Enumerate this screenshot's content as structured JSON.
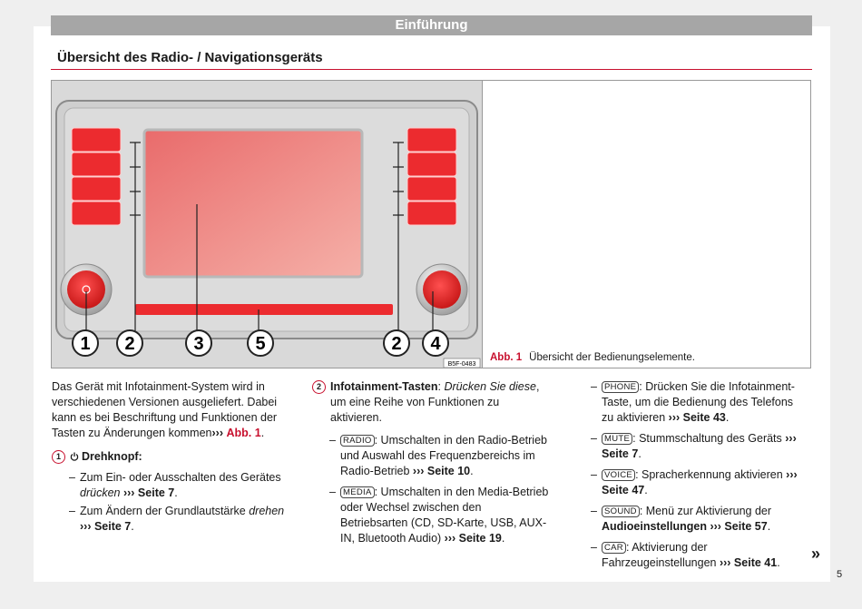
{
  "header": {
    "chapter": "Einführung"
  },
  "section": {
    "title": "Übersicht des Radio- / Navigationsgeräts"
  },
  "figure": {
    "code": "B5F-0483",
    "callouts": [
      "1",
      "2",
      "3",
      "5",
      "2",
      "4"
    ],
    "caption_number": "Abb. 1",
    "caption_text": "Übersicht der Bedienungselemente."
  },
  "col1": {
    "intro": "Das Gerät mit Infotainment-System wird in verschiedenen Versionen ausgeliefert. Dabei kann es bei Beschriftung und Funktionen der Tasten zu Änderungen kommen",
    "intro_ref": "›››",
    "intro_link": "Abb. 1",
    "item1_num": "1",
    "item1_title": "Drehknopf",
    "item1_sub1_a": "Zum Ein- oder Ausschalten des Gerätes ",
    "item1_sub1_verb": "drücken",
    "item1_sub1_ref": "››› Seite 7",
    "item1_sub2_a": "Zum Ändern der Grundlautstärke ",
    "item1_sub2_verb": "drehen",
    "item1_sub2_ref": "››› Seite 7"
  },
  "col2": {
    "item2_num": "2",
    "item2_title": "Infotainment-Tasten",
    "item2_instr": "Drücken Sie diese",
    "item2_text": ", um eine Reihe von Funktionen zu aktivieren.",
    "radio_key": "RADIO",
    "radio_text": ": Umschalten in den Radio-Betrieb und Auswahl des Frequenzbereichs im Radio-Betrieb",
    "radio_ref": "››› Seite 10",
    "media_key": "MEDIA",
    "media_text": ": Umschalten in den Media-Betrieb oder Wechsel zwischen den Betriebsarten (CD, SD-Karte, USB, AUX-IN, Bluetooth Audio)",
    "media_ref": "››› Seite 19"
  },
  "col3": {
    "phone_key": "PHONE",
    "phone_text": ": Drücken Sie die Infotainment-Taste, um die Bedienung des Telefons zu aktivieren",
    "phone_ref": "››› Seite 43",
    "mute_key": "MUTE",
    "mute_text": ": Stummschaltung des Geräts",
    "mute_ref": "››› Seite 7",
    "voice_key": "VOICE",
    "voice_text": ": Spracherkennung aktivieren",
    "voice_ref": "››› Seite 47",
    "sound_key": "SOUND",
    "sound_text": ": Menü zur Aktivierung der ",
    "sound_bold": "Audioeinstellungen",
    "sound_ref": "››› Seite 57",
    "car_key": "CAR",
    "car_text": ": Aktivierung der Fahrzeugeinstellungen",
    "car_ref": "››› Seite 41",
    "continue": "»"
  },
  "footer": {
    "page_number": "5"
  },
  "colors": {
    "accent": "#c8102e",
    "header_bar": "#a6a6a6",
    "button_red": "#e8262e"
  }
}
